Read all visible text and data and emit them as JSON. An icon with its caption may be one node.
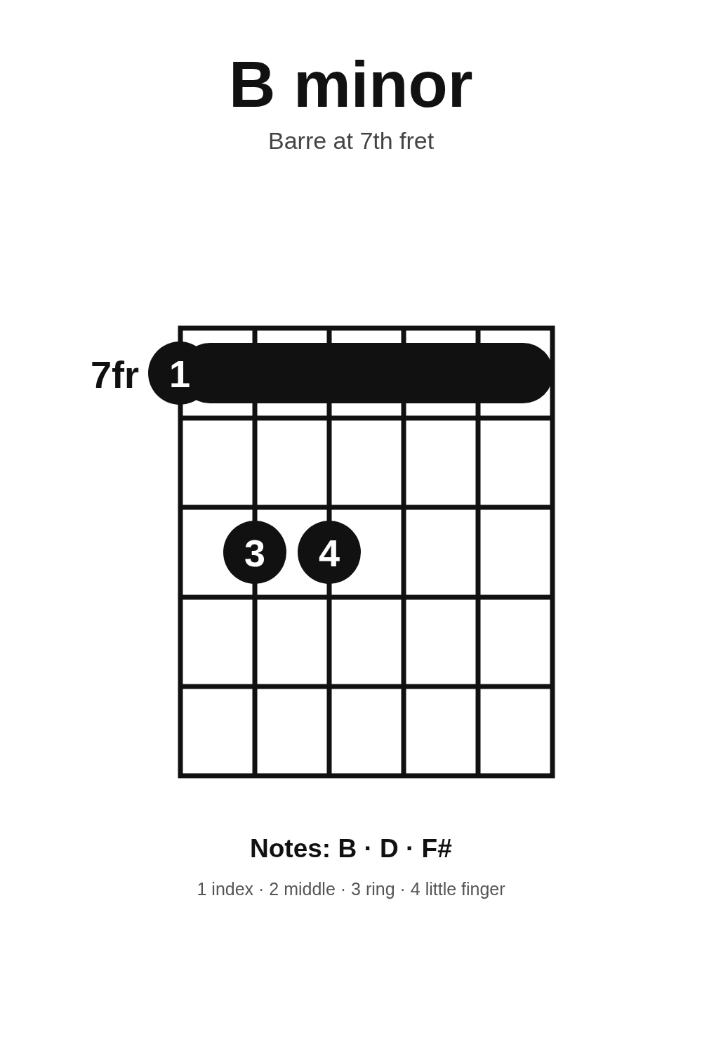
{
  "diagram": {
    "title": "B minor",
    "nodes": [
      {
        "text": [
          "1"
        ]
      },
      {
        "text": [
          "3"
        ]
      },
      {
        "text": [
          "4"
        ]
      }
    ],
    "labels": [
      "Barre at 7th fret",
      "7fr",
      "Notes: B · D · F#",
      "1 index · 2 middle · 3 ring · 4 little finger"
    ]
  }
}
